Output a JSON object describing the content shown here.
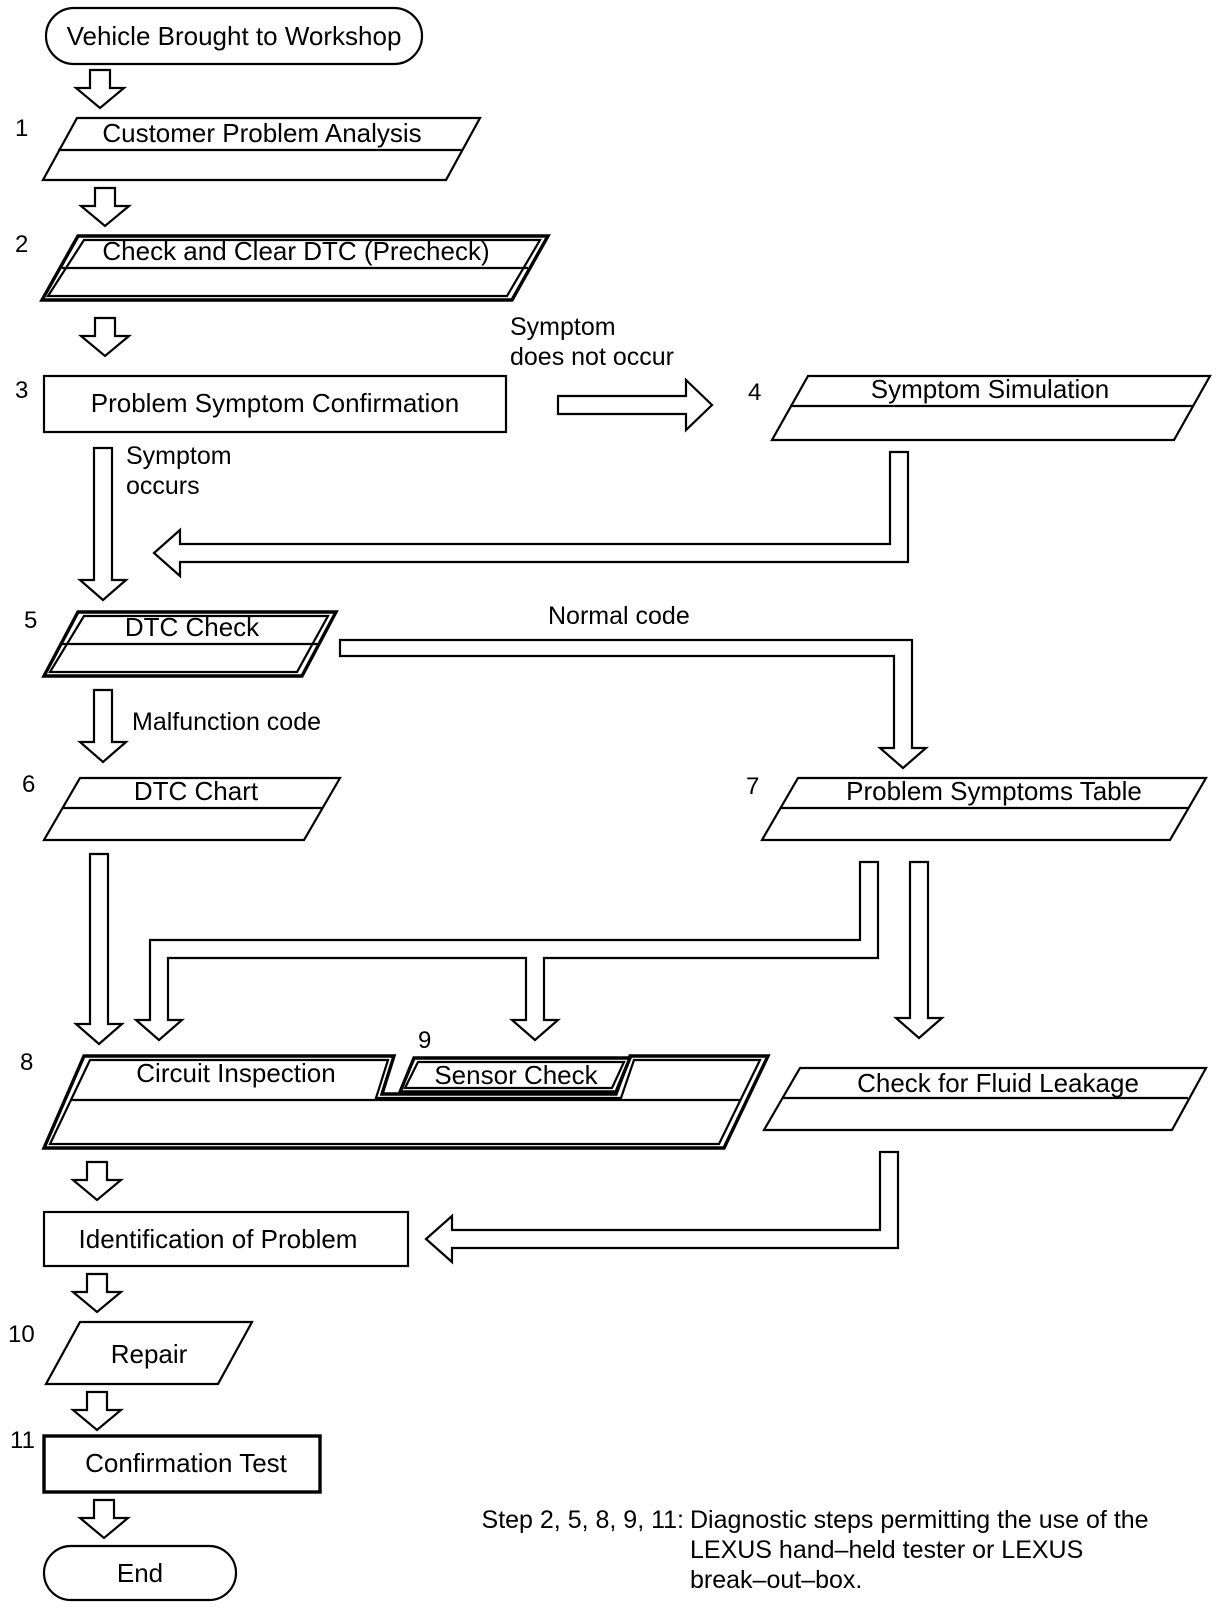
{
  "nodes": {
    "start": {
      "label": "Vehicle Brought to Workshop"
    },
    "s1": {
      "num": "1",
      "label": "Customer Problem Analysis"
    },
    "s2": {
      "num": "2",
      "label": "Check and Clear DTC (Precheck)"
    },
    "s3": {
      "num": "3",
      "label": "Problem Symptom Confirmation"
    },
    "s4": {
      "num": "4",
      "label": "Symptom Simulation"
    },
    "s5": {
      "num": "5",
      "label": "DTC Check"
    },
    "s6": {
      "num": "6",
      "label": "DTC Chart"
    },
    "s7": {
      "num": "7",
      "label": "Problem Symptoms Table"
    },
    "s8": {
      "num": "8",
      "label": "Circuit Inspection"
    },
    "s9": {
      "num": "9",
      "label": "Sensor Check"
    },
    "fluid": {
      "label": "Check for Fluid Leakage"
    },
    "ident": {
      "label": "Identification of Problem"
    },
    "s10": {
      "num": "10",
      "label": "Repair"
    },
    "s11": {
      "num": "11",
      "label": "Confirmation Test"
    },
    "end": {
      "label": "End"
    }
  },
  "edges": {
    "not_occur_line1": "Symptom",
    "not_occur_line2": "does not occur",
    "occurs_line1": "Symptom",
    "occurs_line2": "occurs",
    "normal": "Normal code",
    "malfunction": "Malfunction code"
  },
  "note": {
    "prefix": "Step 2, 5, 8, 9, 11:",
    "line1": "Diagnostic steps permitting the use of the",
    "line2": "LEXUS hand–held tester or LEXUS",
    "line3": "break–out–box."
  }
}
